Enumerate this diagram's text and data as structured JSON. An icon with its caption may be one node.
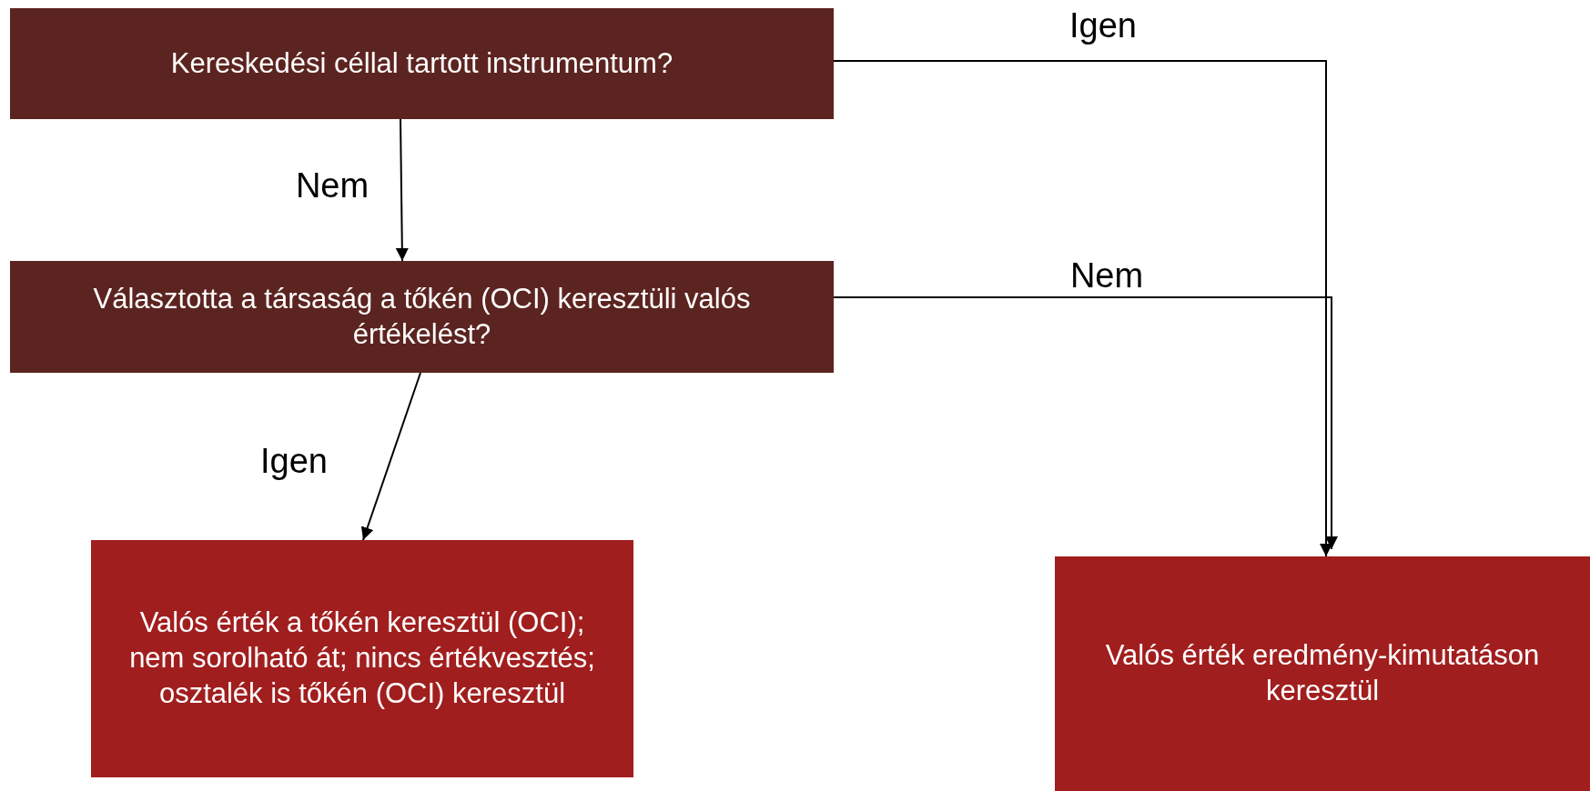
{
  "diagram": {
    "nodes": [
      {
        "text": [
          "Kereskedési céllal tartott instrumentum?"
        ]
      },
      {
        "text": [
          "Választotta a társaság a tőkén (OCI) keresztüli valós értékelést?"
        ]
      },
      {
        "text": [
          "Valós érték a tőkén keresztül (OCI); nem sorolható át; nincs értékvesztés; osztalék is tőkén (OCI) keresztül"
        ]
      },
      {
        "text": [
          "Valós érték eredmény-kimutatáson keresztül"
        ]
      }
    ],
    "edges": [
      {
        "from": 0,
        "to": 3,
        "arrow": "to",
        "label": "Igen"
      },
      {
        "from": 0,
        "to": 1,
        "arrow": "to",
        "label": "Nem"
      },
      {
        "from": 1,
        "to": 3,
        "arrow": "to",
        "label": "Nem"
      },
      {
        "from": 1,
        "to": 2,
        "arrow": "to",
        "label": "Igen"
      }
    ]
  }
}
